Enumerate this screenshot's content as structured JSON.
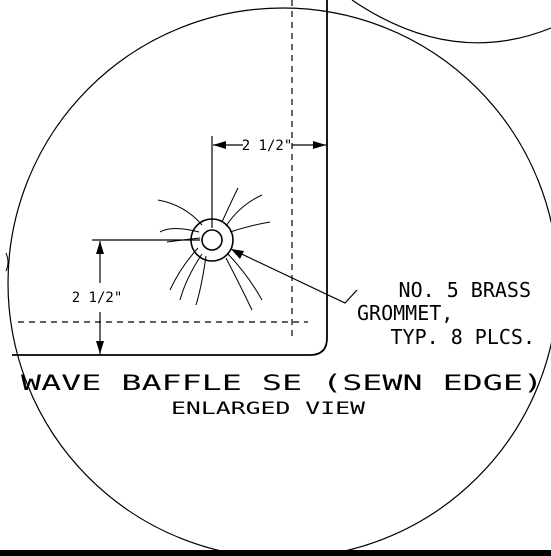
{
  "drawing": {
    "dimension_horizontal": "2 1/2\"",
    "dimension_vertical": "2 1/2\"",
    "callout": {
      "line1": "NO. 5 BRASS",
      "line2": "GROMMET,",
      "line3": "TYP. 8 PLCS."
    },
    "title": "WAVE BAFFLE SE (SEWN EDGE)",
    "subtitle": "ENLARGED VIEW",
    "line_color": "#000000",
    "background_color": "#ffffff"
  }
}
